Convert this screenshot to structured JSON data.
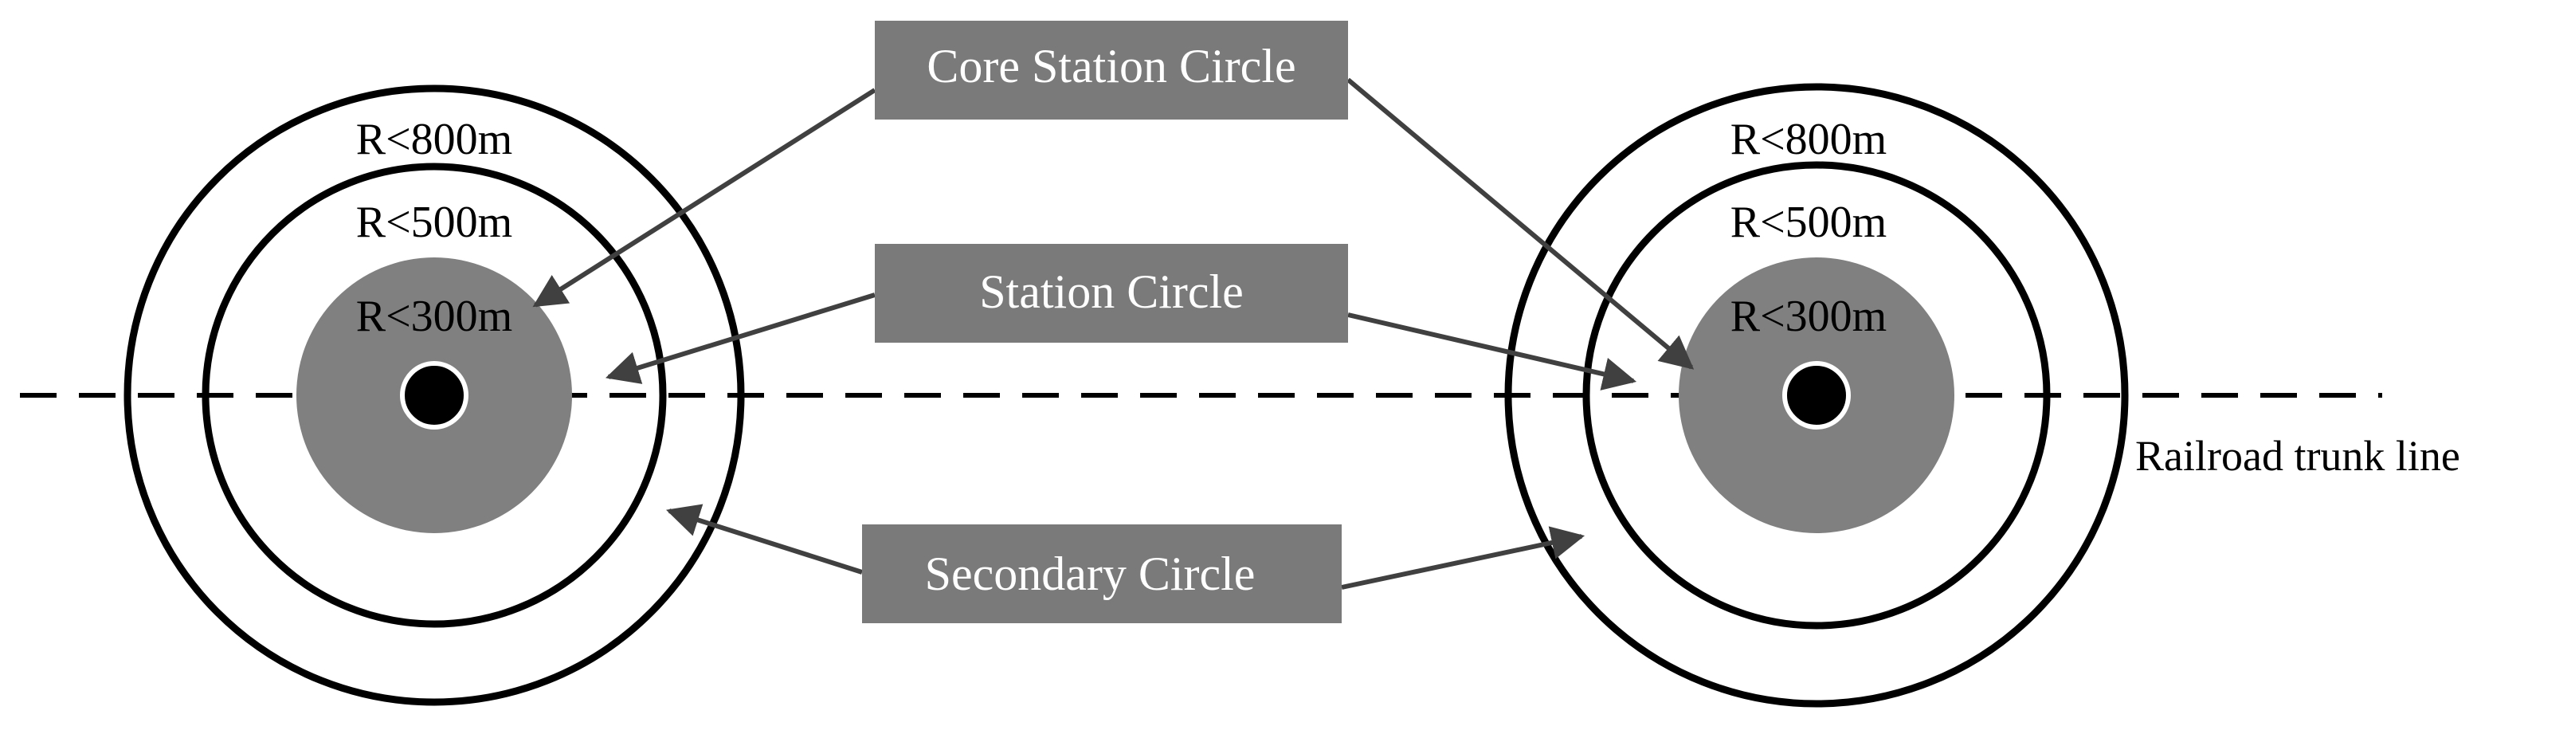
{
  "colors": {
    "background": "#ffffff",
    "ring_stroke": "#000000",
    "core_fill": "#808080",
    "station_dot": "#000000",
    "callout_fill": "#7a7a7a",
    "callout_text": "#ffffff",
    "arrow": "#404040",
    "trunk_line": "#000000"
  },
  "callouts": {
    "core": "Core Station Circle",
    "station": "Station Circle",
    "secondary": "Secondary Circle"
  },
  "stations": {
    "left": {
      "r800": "R<800m",
      "r500": "R<500m",
      "r300": "R<300m"
    },
    "right": {
      "r800": "R<800m",
      "r500": "R<500m",
      "r300": "R<300m"
    }
  },
  "trunk_line_label": "Railroad trunk line"
}
